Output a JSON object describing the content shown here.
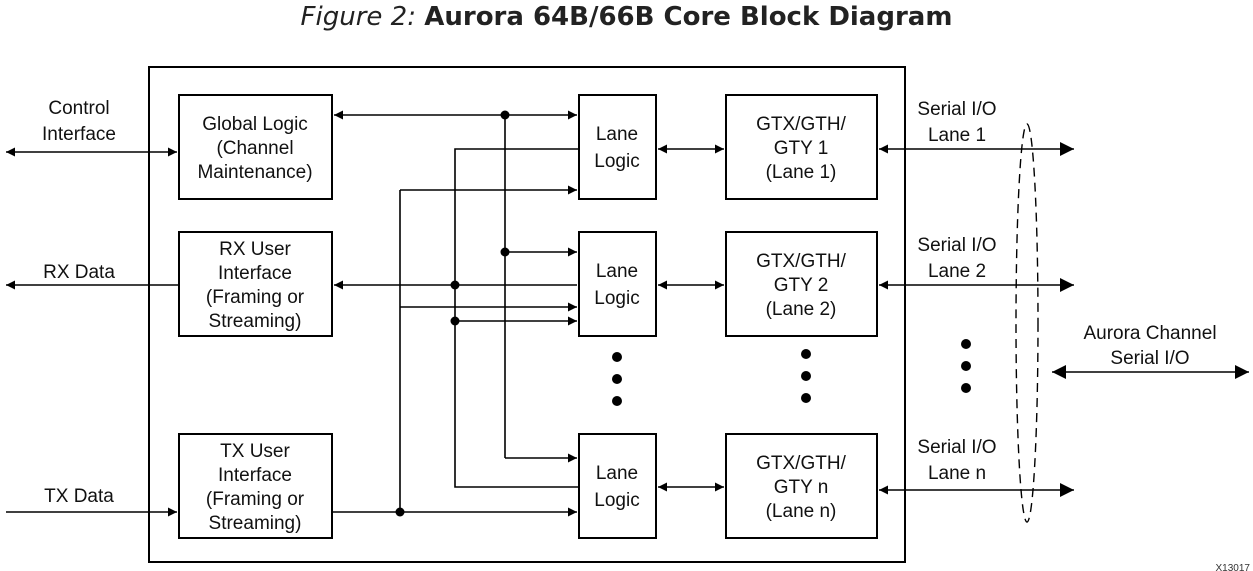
{
  "figure": {
    "label": "Figure 2:",
    "title": "Aurora 64B/66B Core Block Diagram"
  },
  "external": {
    "control_interface": [
      "Control",
      "Interface"
    ],
    "rx_data": "RX Data",
    "tx_data": "TX Data",
    "aurora_channel": [
      "Aurora Channel",
      "Serial I/O"
    ]
  },
  "blocks": {
    "global_logic": [
      "Global Logic",
      "(Channel",
      "Maintenance)"
    ],
    "rx_user_interface": [
      "RX User",
      "Interface",
      "(Framing or",
      "Streaming)"
    ],
    "tx_user_interface": [
      "TX User",
      "Interface",
      "(Framing or",
      "Streaming)"
    ],
    "lane_logic": [
      "Lane",
      "Logic"
    ],
    "gt_lanes": [
      [
        "GTX/GTH/",
        "GTY 1",
        "(Lane 1)"
      ],
      [
        "GTX/GTH/",
        "GTY 2",
        "(Lane 2)"
      ],
      [
        "GTX/GTH/",
        "GTY n",
        "(Lane n)"
      ]
    ]
  },
  "serial_io": [
    [
      "Serial I/O",
      "Lane 1"
    ],
    [
      "Serial I/O",
      "Lane 2"
    ],
    [
      "Serial I/O",
      "Lane n"
    ]
  ],
  "corner_id": "X13017"
}
